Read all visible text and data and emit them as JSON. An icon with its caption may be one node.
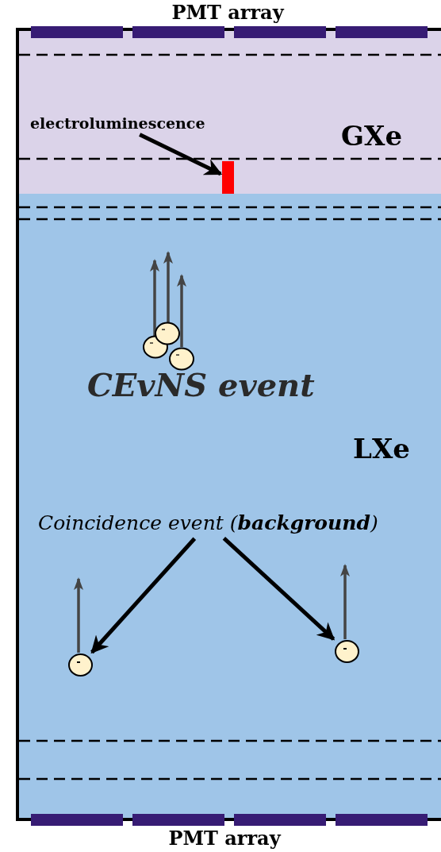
{
  "diagram": {
    "nodes": [
      {
        "text": [
          "GXe"
        ]
      },
      {
        "text": [
          "LXe"
        ]
      },
      {
        "text": [
          "electroluminescence"
        ],
        "in": 0
      },
      {
        "text": [],
        "shape": "bar",
        "in": 0
      },
      {
        "text": [
          "Coincidence event (**background**)"
        ],
        "in": 1
      },
      {
        "text": [],
        "shape": "circle",
        "in": 1
      },
      {
        "text": [],
        "shape": "circle",
        "in": 1
      }
    ],
    "edges": [
      {
        "from": 2,
        "to": 3,
        "arrow": "to"
      },
      {
        "from": 4,
        "to": 5,
        "arrow": "to"
      },
      {
        "from": 4,
        "to": 6,
        "arrow": "to"
      }
    ],
    "labels": [
      "PMT array",
      "CEvNS event",
      "PMT array"
    ]
  }
}
